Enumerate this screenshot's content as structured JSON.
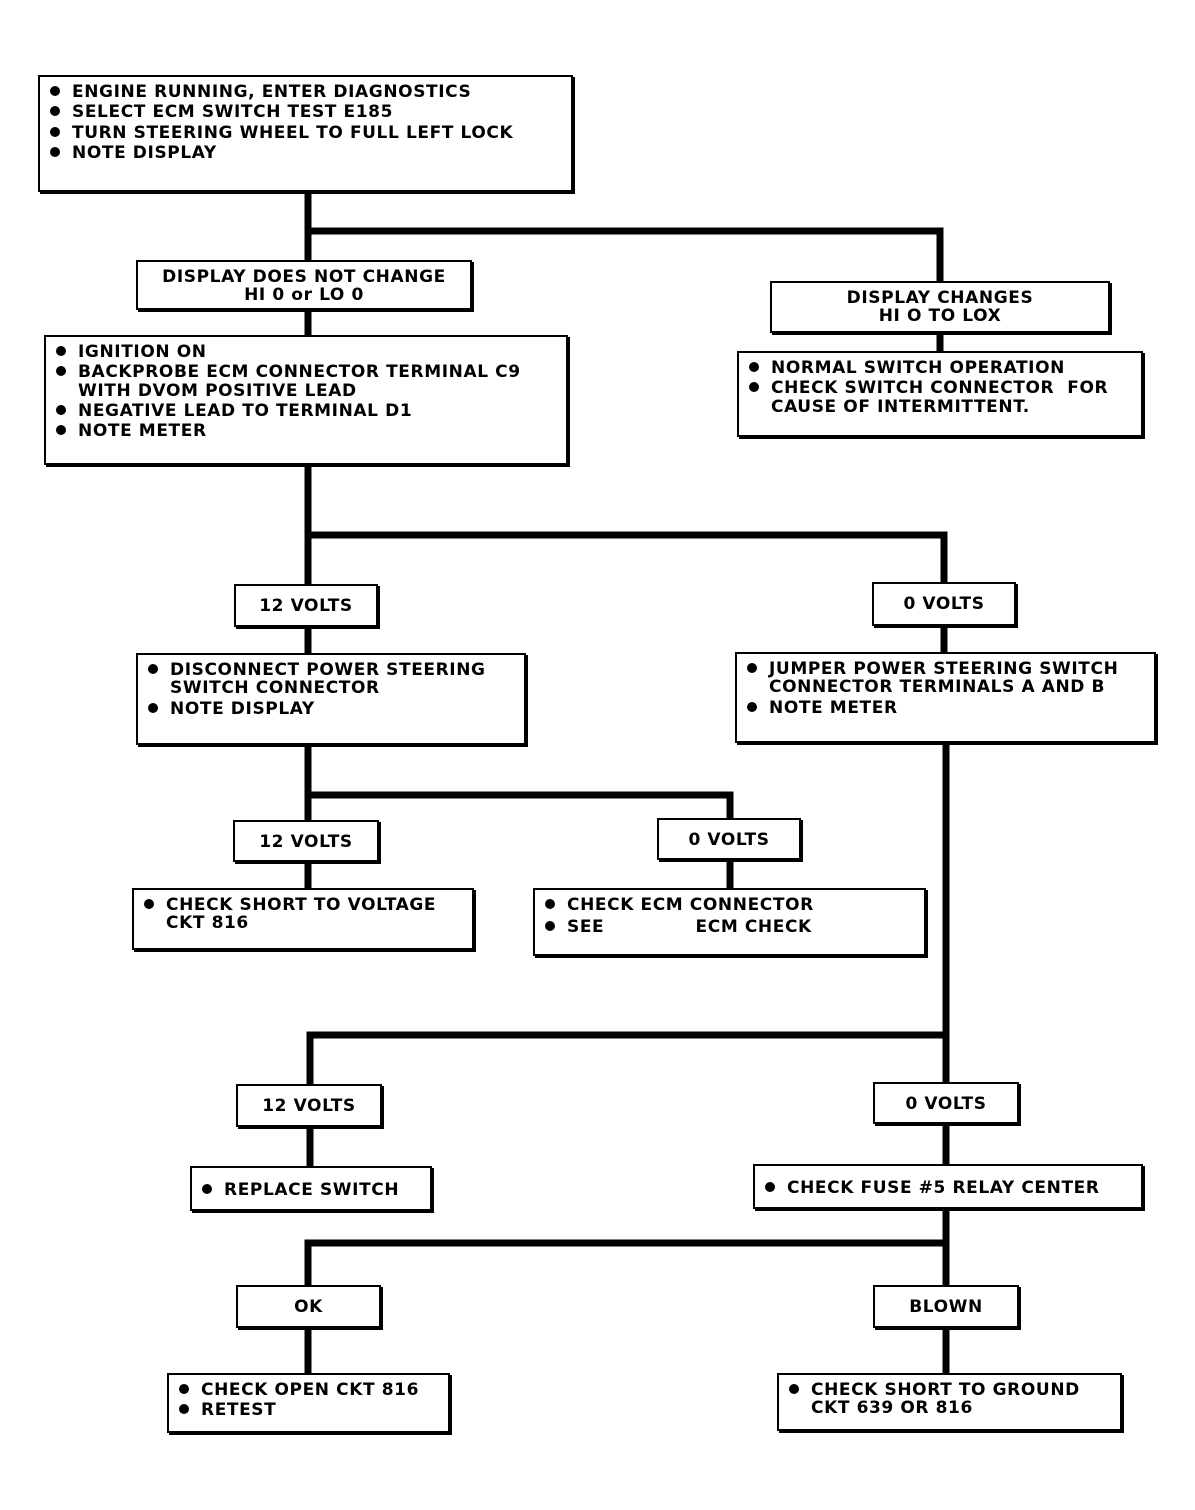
{
  "diagram": {
    "start": {
      "steps": [
        "ENGINE RUNNING, ENTER DIAGNOSTICS",
        "SELECT ECM SWITCH TEST E185",
        "TURN STEERING WHEEL TO FULL LEFT LOCK",
        "NOTE DISPLAY"
      ]
    },
    "display_no_change": {
      "line1": "DISPLAY DOES NOT CHANGE",
      "line2": "HI 0 or LO 0"
    },
    "display_changes": {
      "line1": "DISPLAY CHANGES",
      "line2": "HI O TO LOX"
    },
    "normal_switch": {
      "steps": [
        "NORMAL SWITCH OPERATION",
        "CHECK SWITCH CONNECTOR  FOR\nCAUSE OF INTERMITTENT."
      ]
    },
    "ignition": {
      "steps": [
        "IGNITION ON",
        "BACKPROBE ECM CONNECTOR TERMINAL C9\nWITH DVOM POSITIVE LEAD",
        "NEGATIVE LEAD TO TERMINAL D1",
        "NOTE METER"
      ]
    },
    "volts_12_a": "12 VOLTS",
    "volts_0_a": "0 VOLTS",
    "disconnect": {
      "steps": [
        "DISCONNECT POWER STEERING\nSWITCH CONNECTOR",
        "NOTE DISPLAY"
      ]
    },
    "jumper": {
      "steps": [
        "JUMPER POWER STEERING SWITCH\nCONNECTOR TERMINALS A AND B",
        "NOTE METER"
      ]
    },
    "volts_12_b": "12 VOLTS",
    "volts_0_b": "0 VOLTS",
    "check_short_voltage": {
      "steps": [
        "CHECK SHORT TO VOLTAGE\nCKT 816"
      ]
    },
    "check_ecm": {
      "steps": [
        "CHECK ECM CONNECTOR",
        "SEE              ECM CHECK"
      ]
    },
    "volts_12_c": "12 VOLTS",
    "volts_0_c": "0 VOLTS",
    "replace_switch": {
      "steps": [
        "REPLACE SWITCH"
      ]
    },
    "check_fuse": {
      "steps": [
        "CHECK FUSE #5 RELAY CENTER"
      ]
    },
    "ok": "OK",
    "blown": "BLOWN",
    "check_open": {
      "steps": [
        "CHECK OPEN CKT 816",
        "RETEST"
      ]
    },
    "check_short_ground": {
      "steps": [
        "CHECK SHORT TO GROUND\nCKT 639 OR 816"
      ]
    }
  }
}
